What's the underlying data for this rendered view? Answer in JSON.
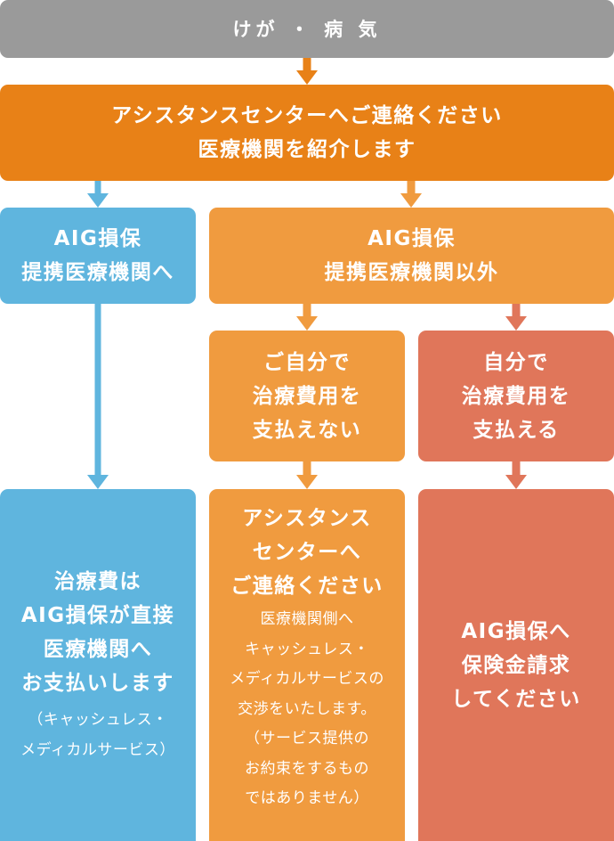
{
  "colors": {
    "gray": "#9a9a9a",
    "orange_dark": "#e88117",
    "blue": "#5fb5de",
    "orange": "#f09b3f",
    "red": "#e0765a",
    "text": "#ffffff"
  },
  "start": {
    "label": "けが ・ 病 気"
  },
  "contact": {
    "lines": [
      "アシスタンスセンターへご連絡ください",
      "医療機関を紹介します"
    ]
  },
  "partner": {
    "lines": [
      "AIG損保",
      "提携医療機関へ"
    ]
  },
  "non_partner": {
    "lines": [
      "AIG損保",
      "提携医療機関以外"
    ]
  },
  "cannot_pay": {
    "lines": [
      "ご自分で",
      "治療費用を",
      "支払えない"
    ]
  },
  "can_pay": {
    "lines": [
      "自分で",
      "治療費用を",
      "支払える"
    ]
  },
  "direct_payment": {
    "lines": [
      "治療費は",
      "AIG損保が直接",
      "医療機関へ",
      "お支払いします"
    ],
    "note_lines": [
      "（キャッシュレス・",
      "メディカルサービス）"
    ]
  },
  "contact_center": {
    "lines": [
      "アシスタンス",
      "センターへ",
      "ご連絡ください"
    ],
    "note_lines": [
      "医療機関側へ",
      "キャッシュレス・",
      "メディカルサービスの",
      "交渉をいたします。",
      "（サービス提供の",
      "お約束をするもの",
      "ではありません）"
    ]
  },
  "claim": {
    "lines": [
      "AIG損保へ",
      "保険金請求",
      "してください"
    ]
  },
  "arrows": {
    "icon": "arrow-down-icon"
  }
}
